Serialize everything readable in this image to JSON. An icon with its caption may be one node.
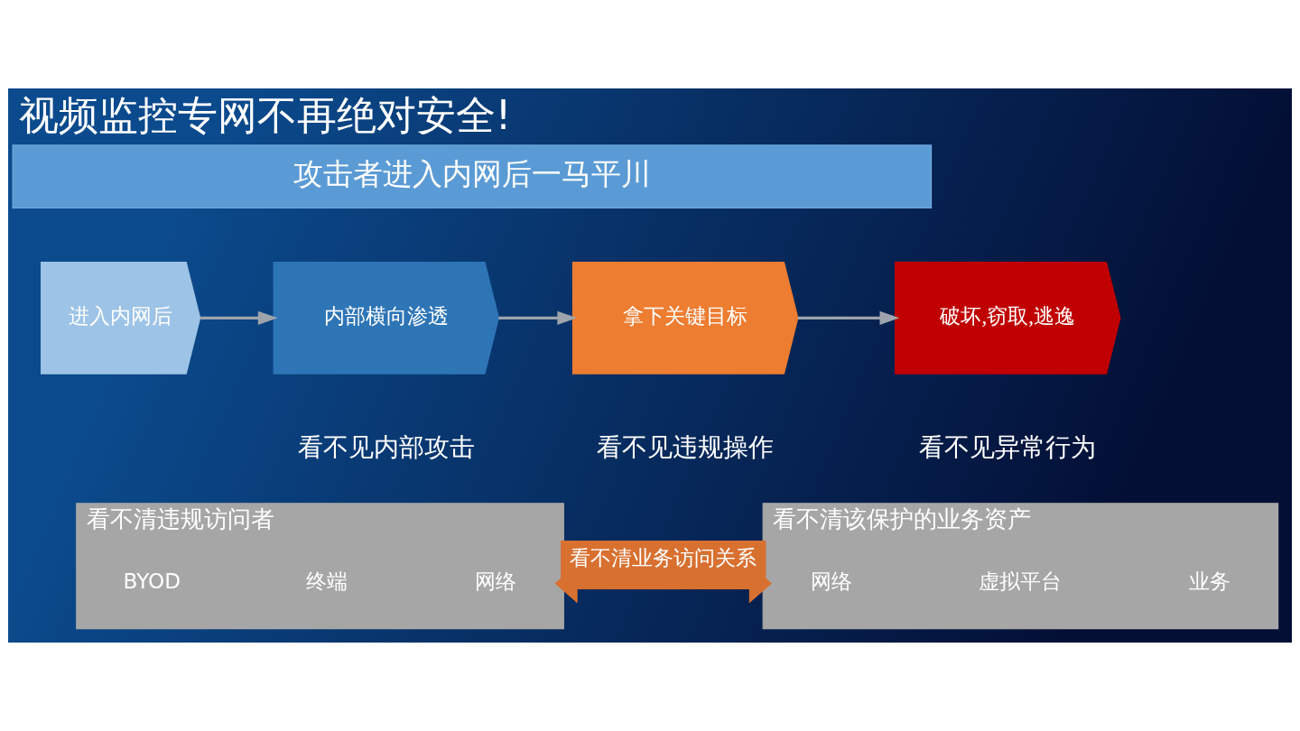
{
  "diagram": {
    "title": "视频监控专网不再绝对安全!",
    "nodes": [
      {
        "text": [
          "攻击者进入内网后一马平川"
        ]
      },
      {
        "text": [
          "进入内网后"
        ]
      },
      {
        "text": [
          "内部横向渗透"
        ],
        "beside": [
          "看不见内部攻击"
        ]
      },
      {
        "text": [
          "拿下关键目标"
        ],
        "beside": [
          "看不见违规操作"
        ]
      },
      {
        "text": [
          "破坏,窃取,逃逸"
        ],
        "beside": [
          "看不见异常行为"
        ]
      },
      {
        "text": [
          "看不清违规访问者"
        ]
      },
      {
        "text": [
          "BYOD"
        ],
        "in": 5
      },
      {
        "text": [
          "终端"
        ],
        "in": 5
      },
      {
        "text": [
          "网络"
        ],
        "in": 5
      },
      {
        "text": [
          "看不清该保护的业务资产"
        ]
      },
      {
        "text": [
          "网络"
        ],
        "in": 9
      },
      {
        "text": [
          "虚拟平台"
        ],
        "in": 9
      },
      {
        "text": [
          "业务"
        ],
        "in": 9
      }
    ],
    "edges": [
      {
        "from": 1,
        "to": 2,
        "arrow": "to"
      },
      {
        "from": 2,
        "to": 3,
        "arrow": "to"
      },
      {
        "from": 3,
        "to": 4,
        "arrow": "to"
      },
      {
        "from": 5,
        "to": 9,
        "arrow": "both",
        "label": "看不清业务访问关系",
        "style": "thick",
        "color": "#d87030"
      }
    ]
  }
}
